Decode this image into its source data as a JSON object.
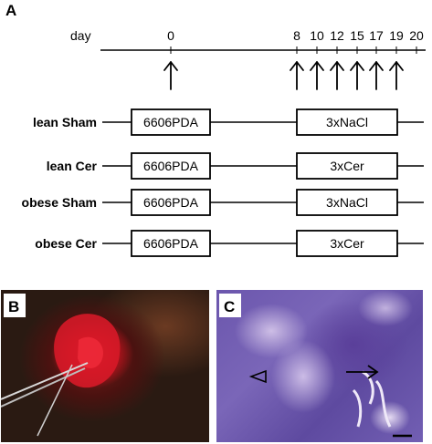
{
  "panels": {
    "a": "A",
    "b": "B",
    "c": "C"
  },
  "timeline": {
    "label": "day",
    "ticks": [
      "0",
      "8",
      "10",
      "12",
      "15",
      "17",
      "19",
      "20"
    ]
  },
  "groups": [
    {
      "label": "lean Sham",
      "first": "6606PDA",
      "second": "3xNaCl"
    },
    {
      "label": "lean Cer",
      "first": "6606PDA",
      "second": "3xCer"
    },
    {
      "label": "obese Sham",
      "first": "6606PDA",
      "second": "3xNaCl"
    },
    {
      "label": "obese Cer",
      "first": "6606PDA",
      "second": "3xCer"
    }
  ],
  "colors": {
    "tissue": "#d81a2a",
    "stain": "#6b56ad"
  }
}
